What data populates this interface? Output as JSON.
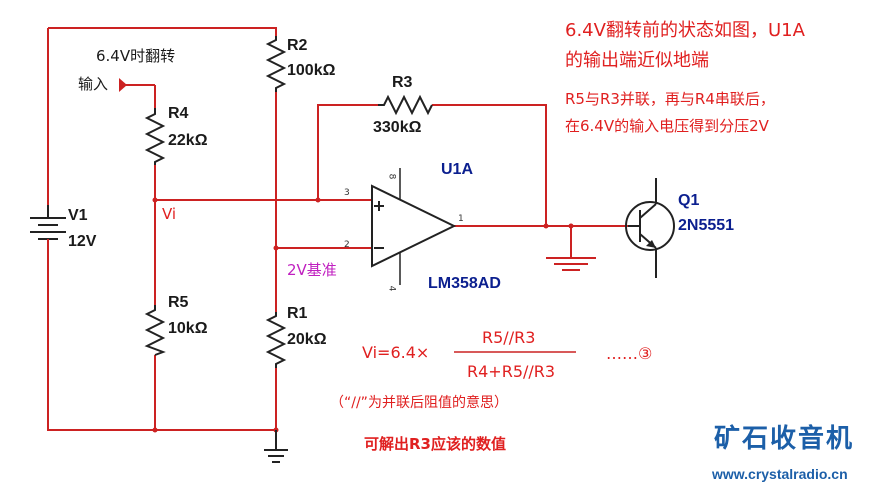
{
  "labels": {
    "switch_note": "6.4V时翻转",
    "input": "输入",
    "vi": "Vi",
    "ref": "2V基准"
  },
  "components": {
    "r2": {
      "name": "R2",
      "value": "100kΩ"
    },
    "r3": {
      "name": "R3",
      "value": "330kΩ"
    },
    "r4": {
      "name": "R4",
      "value": "22kΩ"
    },
    "r5": {
      "name": "R5",
      "value": "10kΩ"
    },
    "r1": {
      "name": "R1",
      "value": "20kΩ"
    },
    "v1": {
      "name": "V1",
      "value": "12V"
    },
    "u1": {
      "name": "U1A",
      "part": "LM358AD",
      "pin3": "3",
      "pin2": "2",
      "pin1": "1",
      "pin8": "8",
      "pin4": "4"
    },
    "q1": {
      "name": "Q1",
      "part": "2N5551"
    }
  },
  "notes": {
    "line1": "6.4V翻转前的状态如图，U1A",
    "line2": "的输出端近似地端",
    "line3": "R5与R3并联，再与R4串联后，",
    "line4": "在6.4V的输入电压得到分压2V"
  },
  "formula": {
    "lhs": "Vi=6.4×",
    "numerator": "R5//R3",
    "denominator": "R4+R5//R3",
    "eq_ref": "……③",
    "note": "（“//”为并联后阻值的意思）",
    "conclusion": "可解出R3应该的数值"
  },
  "watermark": {
    "title": "矿石收音机",
    "url": "www.crystalradio.cn"
  },
  "colors": {
    "wire": "#cc2222",
    "wire_dark": "#222222",
    "note_red": "#e02020",
    "ref_magenta": "#c020c0",
    "watermark_blue": "#1c5fa8"
  }
}
